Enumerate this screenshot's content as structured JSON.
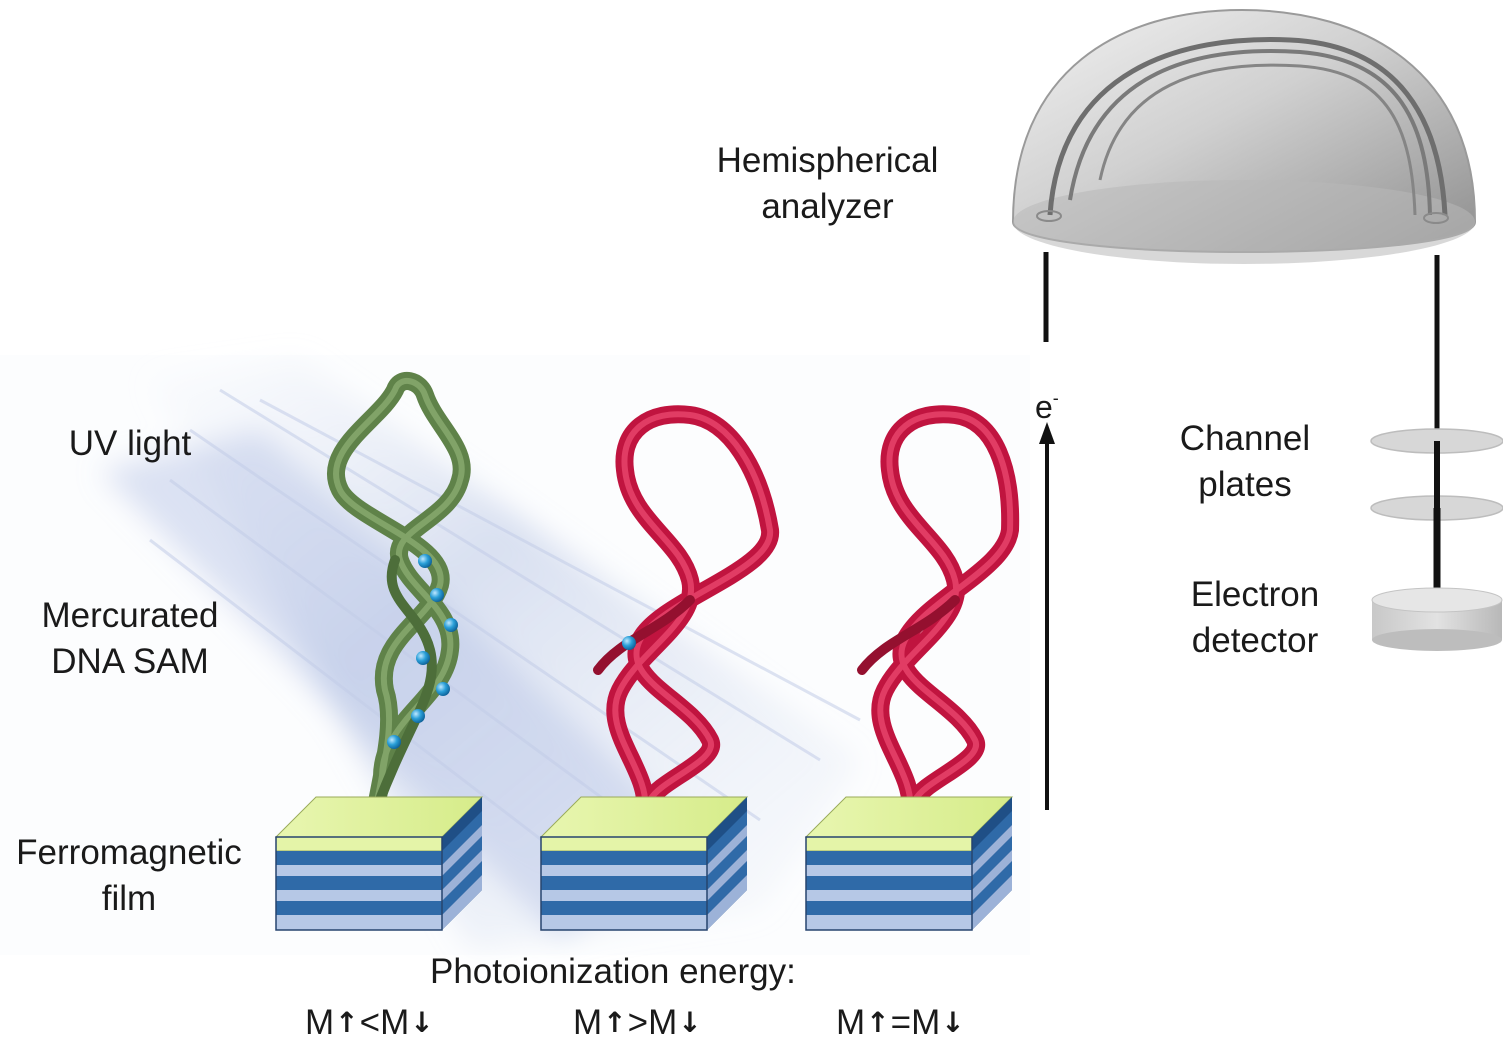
{
  "labels": {
    "uv_light": "UV light",
    "mercurated": [
      "Mercurated",
      "DNA SAM"
    ],
    "ferromagnetic": [
      "Ferromagnetic",
      "film"
    ],
    "hemispherical": [
      "Hemispherical",
      "analyzer"
    ],
    "channel": [
      "Channel",
      "plates"
    ],
    "electron_detector": [
      "Electron",
      "detector"
    ],
    "electron_base": "e",
    "electron_sup": "-"
  },
  "photoionization": "Photoionization energy:",
  "conditions": [
    {
      "m1": "M",
      "up": "↑",
      "op": "<",
      "m2": "M",
      "down": "↓"
    },
    {
      "m1": "M",
      "up": "↑",
      "op": ">",
      "m2": "M",
      "down": "↓"
    },
    {
      "m1": "M",
      "up": "↑",
      "op": "=",
      "m2": "M",
      "down": "↓"
    }
  ],
  "colors": {
    "dna_green": "#6e8f55",
    "dna_red": "#d41a4a",
    "mercury_ion": "#2a9fd8",
    "film_top": "#e4f4a8",
    "film_dark_layer": "#2f6aa8",
    "film_light_layer": "#b6c8e6",
    "analyzer_gray": "#c4c4c4",
    "uv_beam": "#9aaed8"
  }
}
